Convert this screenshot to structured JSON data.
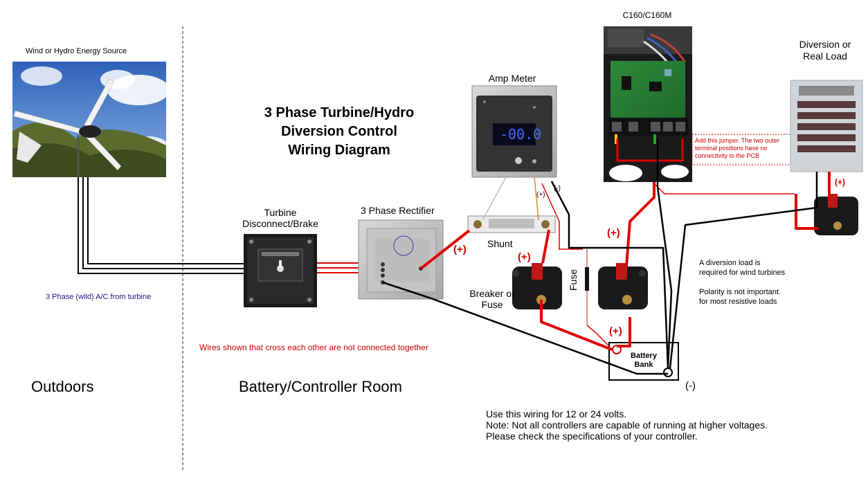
{
  "title": {
    "line1": "3 Phase Turbine/Hydro",
    "line2": "Diversion Control",
    "line3": "Wiring Diagram"
  },
  "zones": {
    "outdoors": "Outdoors",
    "room": "Battery/Controller Room"
  },
  "components": {
    "energy_source": "Wind or Hydro Energy Source",
    "disconnect_line1": "Turbine",
    "disconnect_line2": "Disconnect/Brake",
    "rectifier": "3 Phase Rectifier",
    "amp_meter": "Amp Meter",
    "meter_display": "-00.0",
    "shunt": "Shunt",
    "breaker_line1": "Breaker or",
    "breaker_line2": "Fuse",
    "fuse": "Fuse",
    "controller": "C160/C160M",
    "load_line1": "Diversion or",
    "load_line2": "Real Load",
    "battery_line1": "Battery",
    "battery_line2": "Bank"
  },
  "wire_labels": {
    "three_phase": "3 Phase (wild) A/C from turbine",
    "plus": "(+)",
    "minus": "(-)"
  },
  "notes": {
    "crossing": "Wires shown that cross each other are not connected together",
    "jumper": "Add this jumper. The two outer terminal positions have no connectivity to the PCB",
    "diversion1": "A diversion load is",
    "diversion2": "required for  wind turbines",
    "polarity1": "Polarity is not important.",
    "polarity2": "for most resistive loads",
    "usage1": "Use this wiring for 12 or 24 volts.",
    "usage2": "Note: Not all controllers are capable of running at higher voltages.",
    "usage3": "Please check the specifications of your controller."
  },
  "colors": {
    "positive_wire": "#e00000",
    "negative_wire": "#000000",
    "meter_lead": "#d98a2b",
    "divider": "#1a1a7a"
  }
}
